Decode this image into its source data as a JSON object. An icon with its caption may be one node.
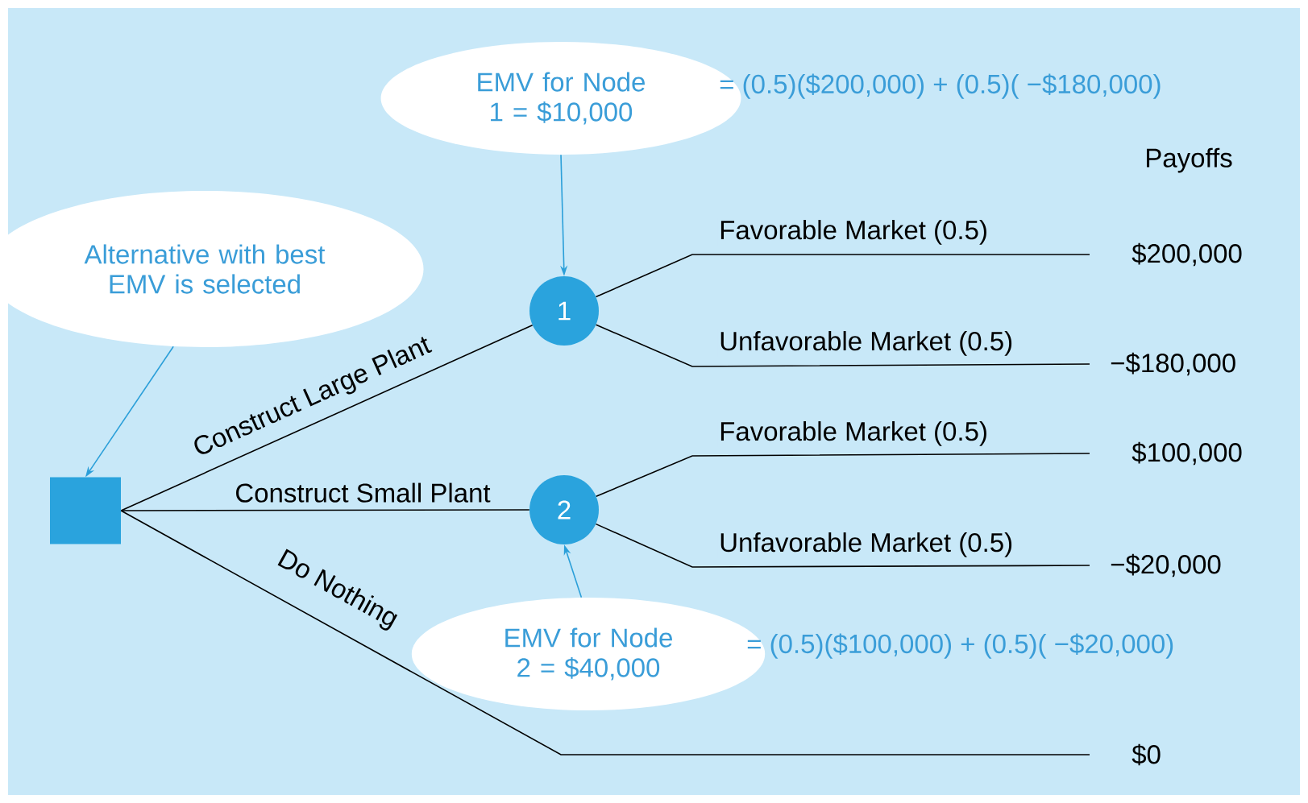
{
  "diagram": {
    "nodes": [
      {
        "text": [],
        "shape": "box"
      },
      {
        "text": [
          "1"
        ]
      },
      {
        "text": [
          "2"
        ]
      },
      {
        "text": [
          "Alternative with best EMV is selected"
        ]
      },
      {
        "text": [
          "EMV for Node 1 = $10,000"
        ],
        "beside": [
          "= (0.5)($200,000) + (0.5)( −$180,000)"
        ]
      },
      {
        "text": [
          "EMV for Node 2 = $40,000"
        ],
        "beside": [
          "= (0.5)($100,000) + (0.5)( −$20,000)"
        ]
      },
      {
        "text": [
          "$200,000"
        ]
      },
      {
        "text": [
          "−$180,000"
        ]
      },
      {
        "text": [
          "$100,000"
        ]
      },
      {
        "text": [
          "−$20,000"
        ]
      },
      {
        "text": [
          "$0"
        ]
      }
    ],
    "edges": [
      {
        "from": 0,
        "to": 1,
        "arrow": "none",
        "label": "Construct Large Plant"
      },
      {
        "from": 0,
        "to": 2,
        "arrow": "none",
        "label": "Construct Small Plant"
      },
      {
        "from": 0,
        "to": 10,
        "arrow": "none",
        "label": "Do Nothing"
      },
      {
        "from": 1,
        "to": 6,
        "arrow": "none",
        "label": "Favorable Market (0.5)"
      },
      {
        "from": 1,
        "to": 7,
        "arrow": "none",
        "label": "Unfavorable Market (0.5)"
      },
      {
        "from": 2,
        "to": 8,
        "arrow": "none",
        "label": "Favorable Market (0.5)"
      },
      {
        "from": 2,
        "to": 9,
        "arrow": "none",
        "label": "Unfavorable Market (0.5)"
      },
      {
        "from": 3,
        "to": 0,
        "arrow": "to",
        "color": "#2b9fd9"
      },
      {
        "from": 4,
        "to": 1,
        "arrow": "to",
        "color": "#2b9fd9"
      },
      {
        "from": 5,
        "to": 2,
        "arrow": "to",
        "color": "#2b9fd9"
      }
    ],
    "labels": [
      "Payoffs"
    ]
  }
}
